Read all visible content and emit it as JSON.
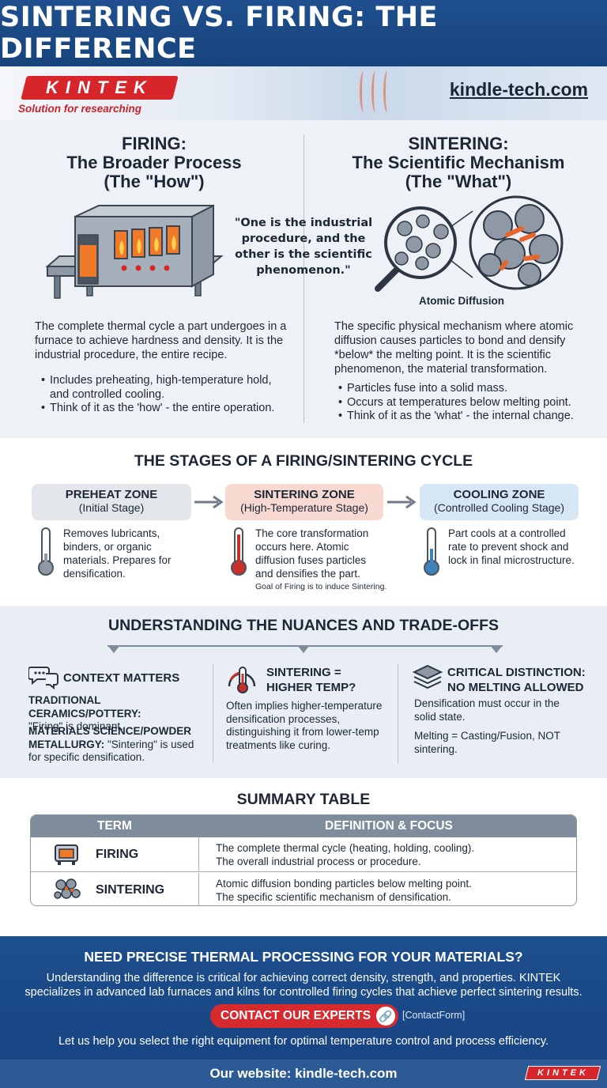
{
  "header": {
    "title": "SINTERING VS. FIRING: THE DIFFERENCE"
  },
  "brand": {
    "logo": "KINTEK",
    "tagline": "Solution for researching",
    "site": "kindle-tech.com"
  },
  "firing": {
    "title_line1": "FIRING:",
    "title_line2": "The Broader Process",
    "title_line3": "(The \"How\")",
    "desc": "The complete thermal cycle a part undergoes in a furnace to achieve hardness and density. It is the industrial procedure, the entire recipe.",
    "bullets": [
      "Includes preheating, high-temperature hold, and controlled cooling.",
      "Think of it as the 'how' - the entire operation."
    ]
  },
  "quote": "\"One is the industrial procedure, and the other is the scientific phenomenon.\"",
  "sintering": {
    "title_line1": "SINTERING:",
    "title_line2": "The Scientific Mechanism",
    "title_line3": "(The \"What\")",
    "image_label": "Atomic Diffusion",
    "desc": "The specific physical mechanism where atomic diffusion causes particles to bond and densify *below* the melting point. It is the scientific phenomenon, the material transformation.",
    "bullets": [
      "Particles fuse into a solid mass.",
      "Occurs at temperatures below melting point.",
      "Think of it as the 'what' - the internal change."
    ]
  },
  "stages": {
    "heading": "THE STAGES OF A FIRING/SINTERING CYCLE",
    "zones": [
      {
        "name": "PREHEAT ZONE",
        "sub": "(Initial Stage)",
        "desc": "Removes lubricants, binders, or organic materials. Prepares for densification.",
        "color": "#e3e7eb"
      },
      {
        "name": "SINTERING ZONE",
        "sub": "(High-Temperature Stage)",
        "desc": "The core transformation occurs here. Atomic diffusion fuses particles and densifies the part.",
        "color": "#f8d9d2"
      },
      {
        "name": "COOLING ZONE",
        "sub": "(Controlled Cooling Stage)",
        "desc": "Part cools at a controlled rate to prevent shock and lock in final microstructure.",
        "color": "#d6e7f3"
      }
    ],
    "note": "Goal of Firing is to induce Sintering."
  },
  "nuances": {
    "heading": "UNDERSTANDING THE NUANCES AND TRADE-OFFS",
    "context": {
      "title": "CONTEXT MATTERS",
      "t1_label": "TRADITIONAL CERAMICS/POTTERY:",
      "t1_text": "\"Firing\" is dominant.",
      "t2_label": "MATERIALS SCIENCE/POWDER METALLURGY:",
      "t2_text": "\"Sintering\" is used for specific densification."
    },
    "temp": {
      "title_line1": "SINTERING =",
      "title_line2": "HIGHER TEMP?",
      "text": "Often implies higher-temperature densification processes, distinguishing it from lower-temp treatments like curing."
    },
    "critical": {
      "title_line1": "CRITICAL DISTINCTION:",
      "title_line2": "NO MELTING ALLOWED",
      "text1": "Densification must occur in the solid state.",
      "text2": "Melting = Casting/Fusion, NOT sintering."
    }
  },
  "summary": {
    "heading": "SUMMARY TABLE",
    "col_term": "TERM",
    "col_def": "DEFINITION & FOCUS",
    "rows": [
      {
        "term": "FIRING",
        "def1": "The complete thermal cycle (heating, holding, cooling).",
        "def2": "The overall industrial process or procedure."
      },
      {
        "term": "SINTERING",
        "def1": "Atomic diffusion bonding particles below melting point.",
        "def2": "The specific scientific mechanism of densification."
      }
    ]
  },
  "cta": {
    "heading": "NEED PRECISE THERMAL PROCESSING FOR YOUR MATERIALS?",
    "lead": "Understanding the difference is critical for achieving correct density, strength, and properties. KINTEK specializes in advanced lab furnaces and kilns for controlled firing cycles that achieve perfect sintering results.",
    "button": "CONTACT OUR EXPERTS",
    "form_ref": "[ContactForm]",
    "foot": "Let us help you select the right equipment for optimal temperature control and process efficiency."
  },
  "footer": {
    "website": "Our website: kindle-tech.com",
    "logo": "KINTEK"
  },
  "colors": {
    "brand_blue": "#1f4f8e",
    "brand_red": "#d7262b",
    "hot": "#c8302b",
    "cool": "#3f82b8"
  }
}
